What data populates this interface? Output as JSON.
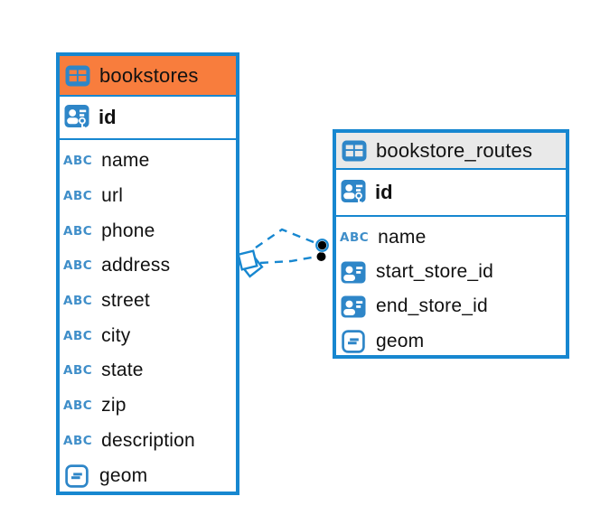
{
  "icons": {
    "text_type_label": "ABC"
  },
  "colors": {
    "table_border_blue": "#1787d0",
    "selected_header_orange": "#f87d3d",
    "header_gray": "#e9e9e9",
    "icon_blue": "#2e86c8",
    "relationship_line_blue": "#1787d0",
    "relationship_dot_black": "#000000",
    "text_color": "#111111"
  },
  "tables": [
    {
      "name": "bookstores",
      "highlighted": true,
      "primary_key": {
        "name": "id",
        "icon": "primary-key"
      },
      "columns": [
        {
          "name": "name",
          "icon": "text"
        },
        {
          "name": "url",
          "icon": "text"
        },
        {
          "name": "phone",
          "icon": "text"
        },
        {
          "name": "address",
          "icon": "text"
        },
        {
          "name": "street",
          "icon": "text"
        },
        {
          "name": "city",
          "icon": "text"
        },
        {
          "name": "state",
          "icon": "text"
        },
        {
          "name": "zip",
          "icon": "text"
        },
        {
          "name": "description",
          "icon": "text"
        },
        {
          "name": "geom",
          "icon": "geometry"
        }
      ]
    },
    {
      "name": "bookstore_routes",
      "highlighted": false,
      "primary_key": {
        "name": "id",
        "icon": "primary-key"
      },
      "columns": [
        {
          "name": "name",
          "icon": "text"
        },
        {
          "name": "start_store_id",
          "icon": "foreign-key"
        },
        {
          "name": "end_store_id",
          "icon": "foreign-key"
        },
        {
          "name": "geom",
          "icon": "geometry"
        }
      ]
    }
  ],
  "relationships": [
    {
      "from_table": "bookstore_routes",
      "from_column": "start_store_id",
      "to_table": "bookstores",
      "to_column": "id",
      "line_style": "dashed"
    },
    {
      "from_table": "bookstore_routes",
      "from_column": "end_store_id",
      "to_table": "bookstores",
      "to_column": "id",
      "line_style": "dashed"
    }
  ]
}
